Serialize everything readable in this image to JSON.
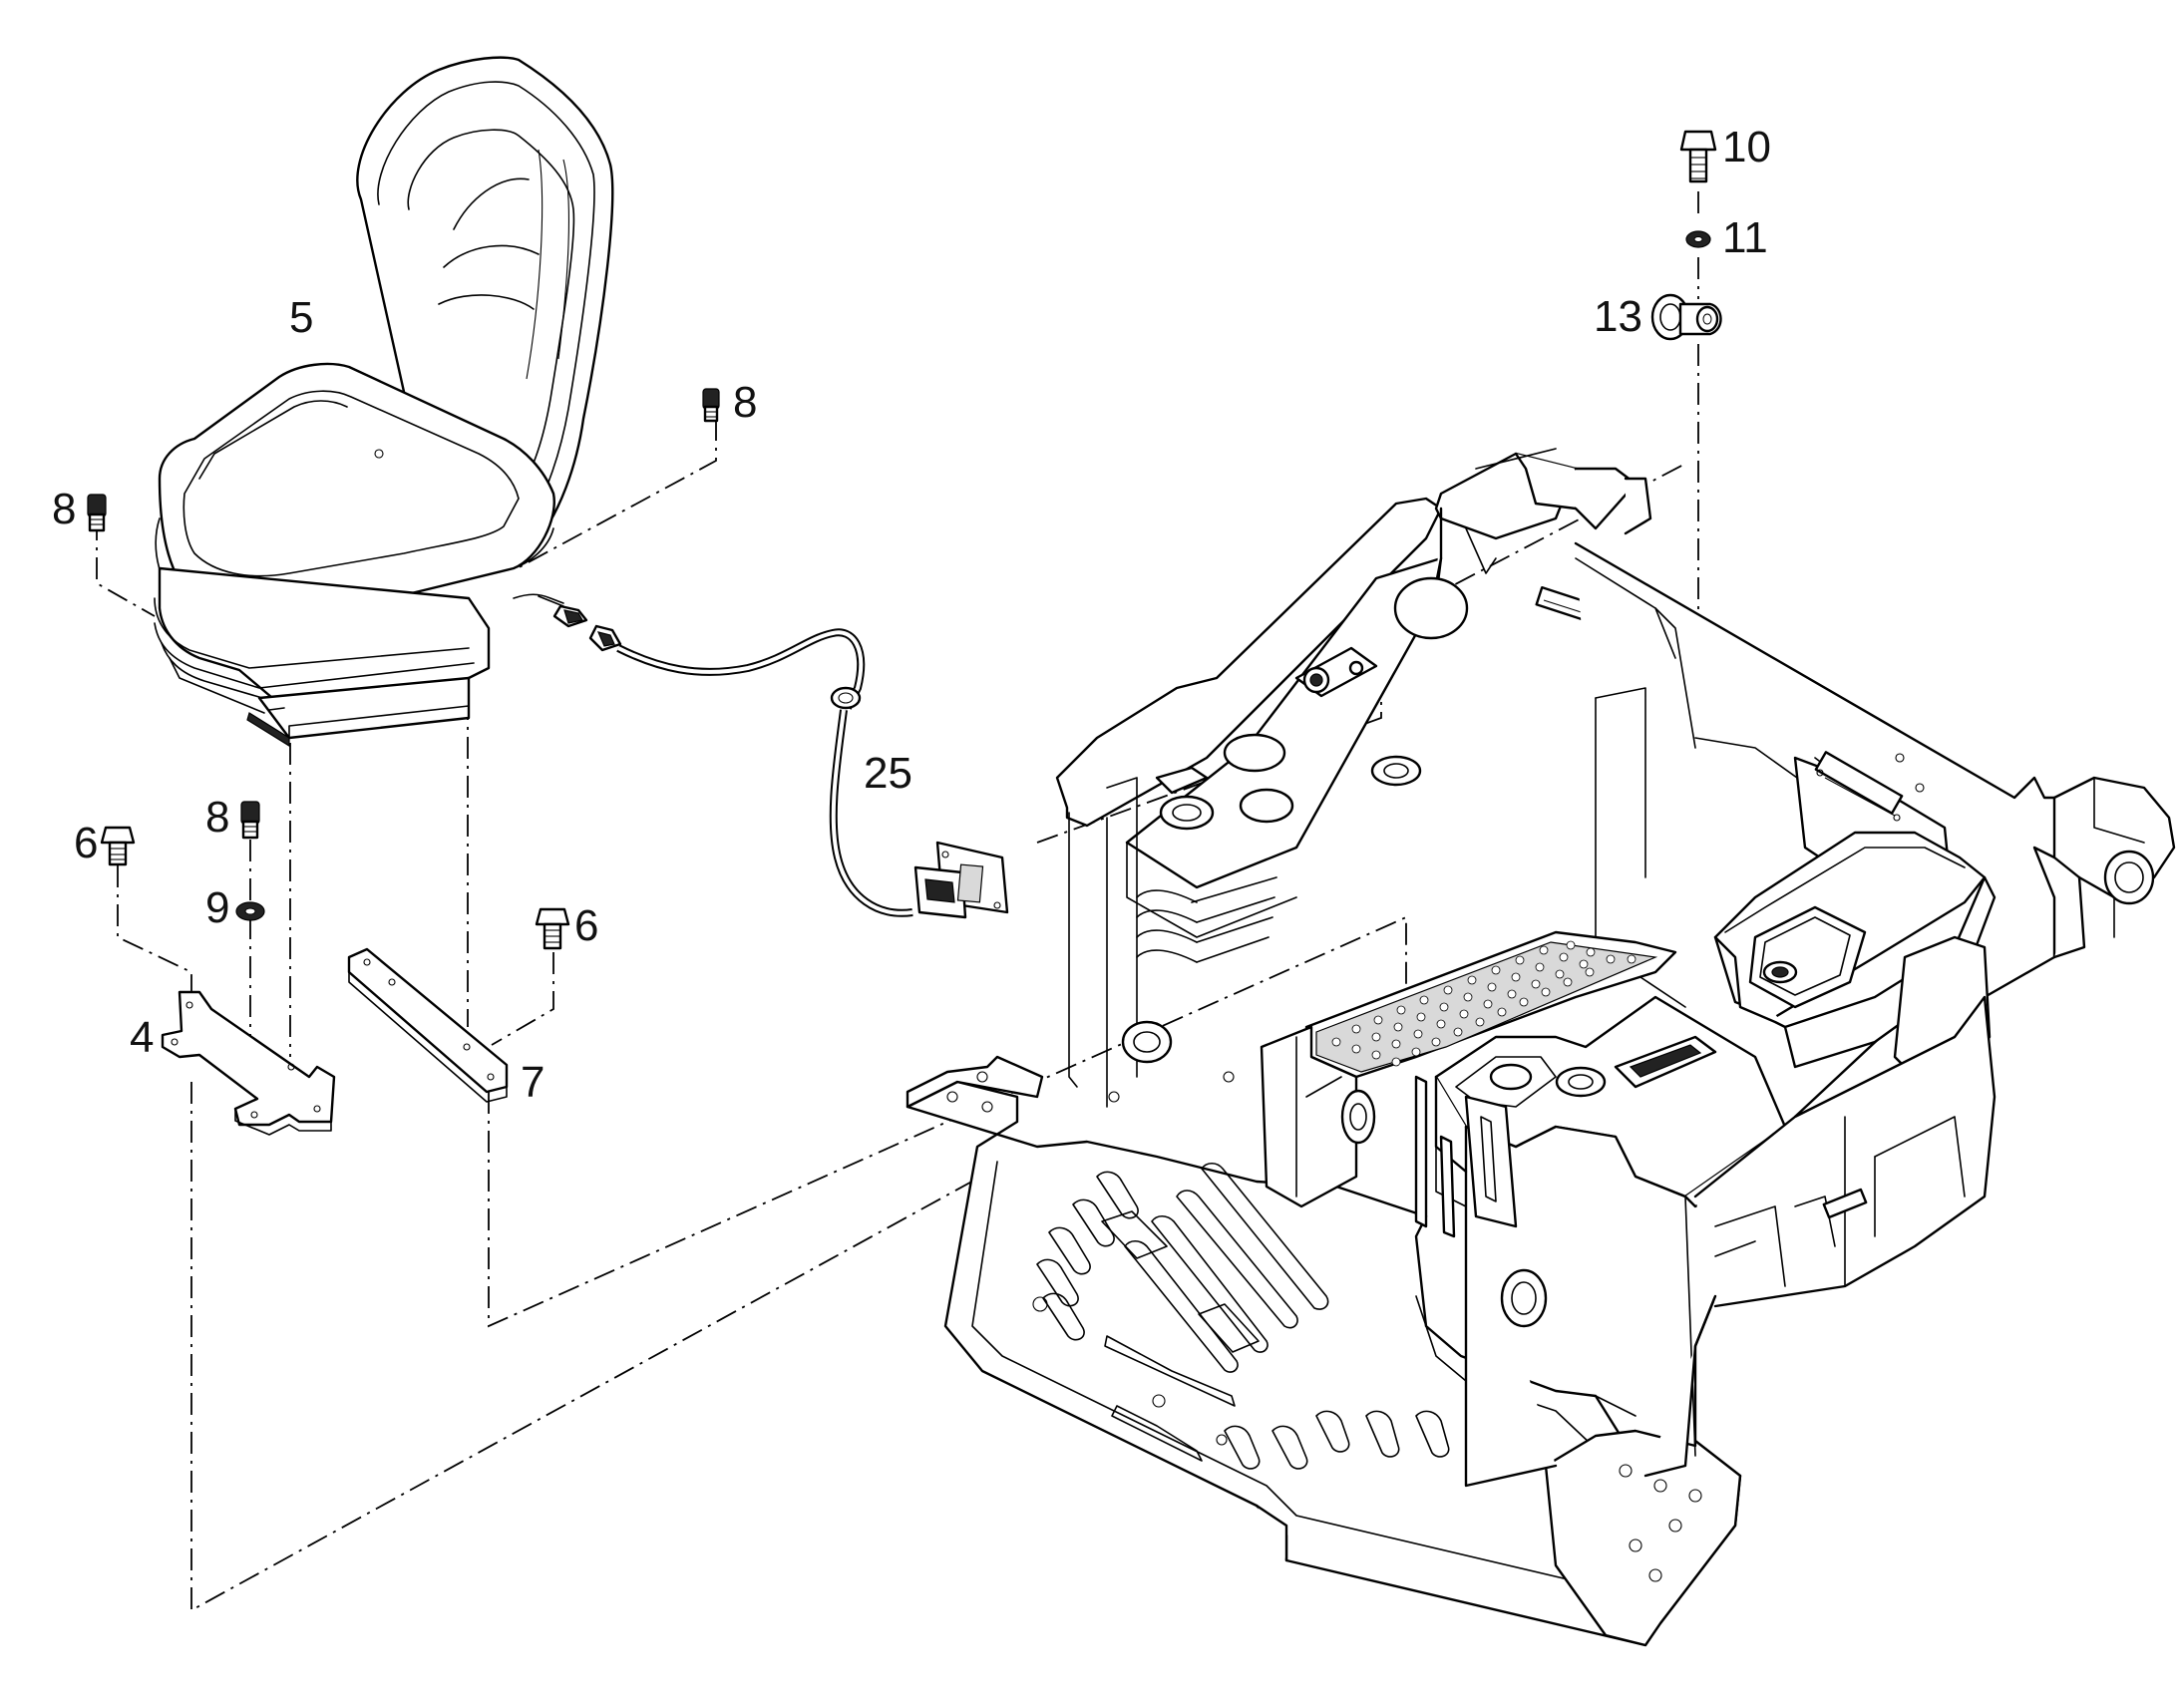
{
  "diagram": {
    "colors": {
      "line": "#000000",
      "background": "#ffffff",
      "text": "#111111"
    },
    "callouts": {
      "seat": "5",
      "screw_top_right": "8",
      "screw_left": "8",
      "screw_mid": "8",
      "bolt_left": "6",
      "bolt_right": "6",
      "washer": "9",
      "bracket_left": "4",
      "bracket_right": "7",
      "harness": "25",
      "bolt_top": "10",
      "washer_top": "11",
      "grommet": "13"
    }
  }
}
